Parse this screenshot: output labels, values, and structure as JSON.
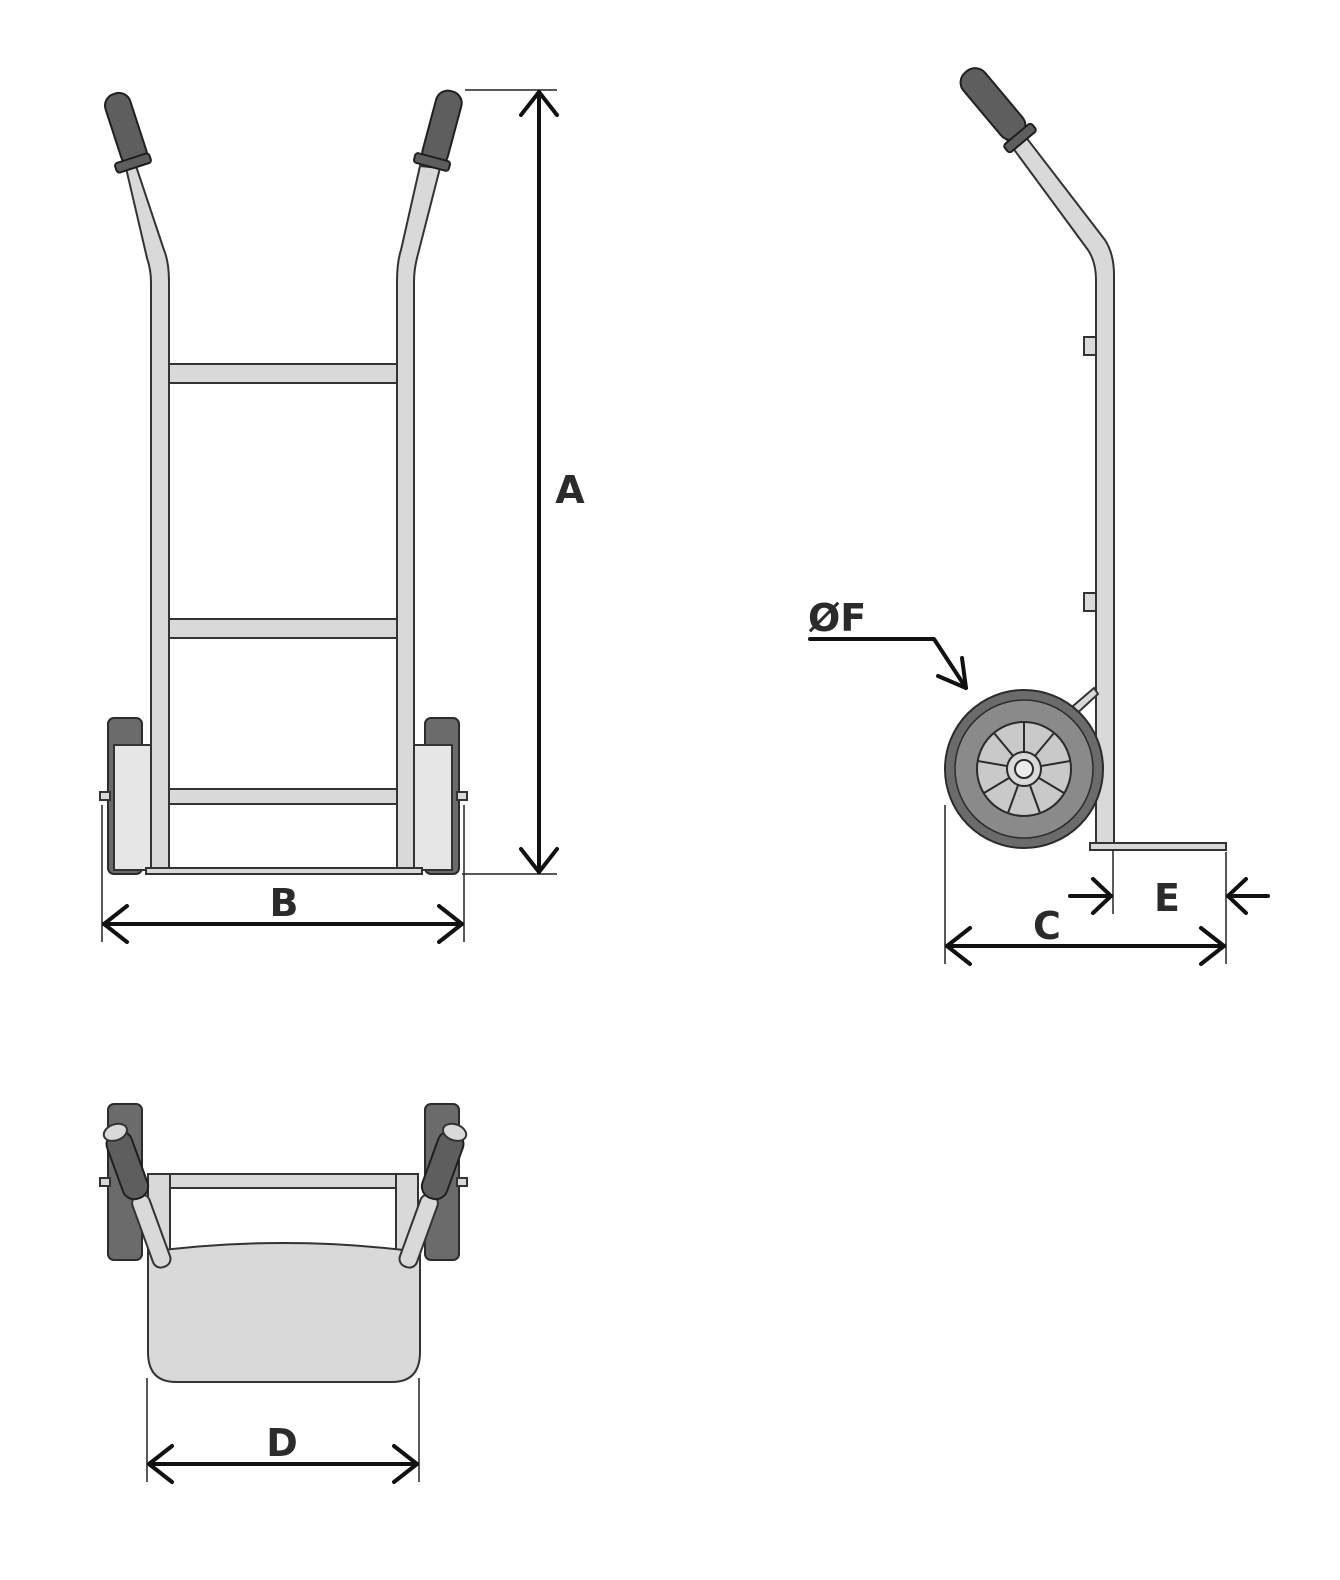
{
  "views": {
    "front": {
      "dimension_labels": {
        "height": "A",
        "width": "B"
      }
    },
    "side": {
      "dimension_labels": {
        "wheel_diameter": "ØF",
        "length": "C",
        "nose_plate_depth": "E"
      }
    },
    "top": {
      "dimension_labels": {
        "nose_plate_width": "D"
      }
    }
  },
  "colors": {
    "frame": "#d9d9d9",
    "wheel": "#6b6b6b",
    "grip": "#5e5e5e",
    "line": "#111111"
  }
}
